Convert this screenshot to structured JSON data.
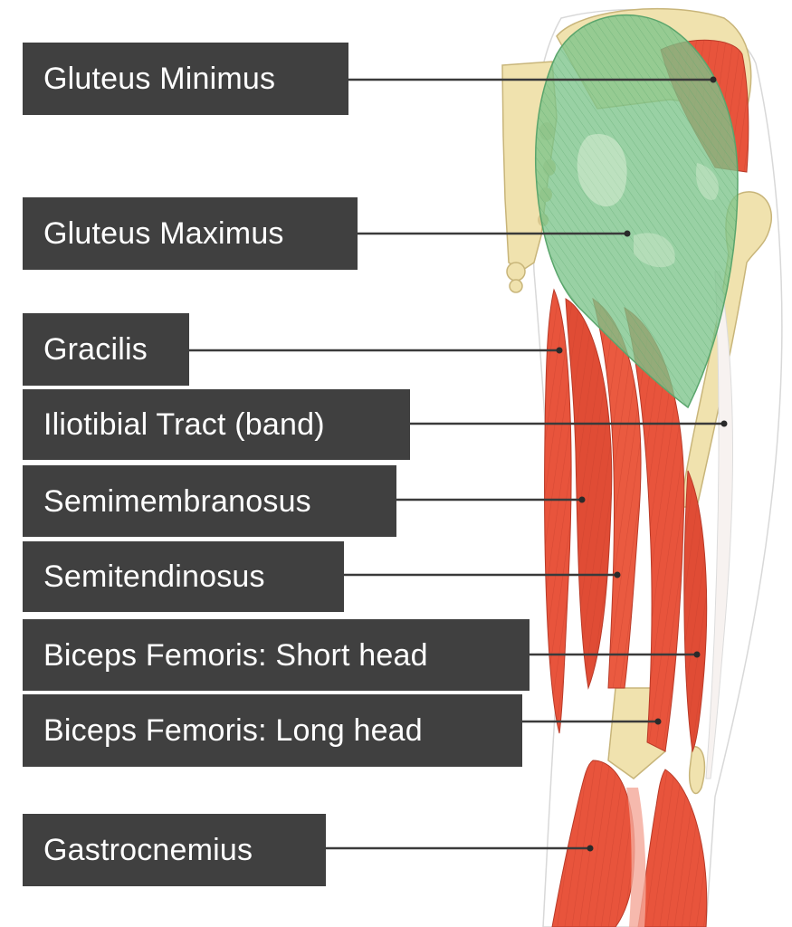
{
  "labels": [
    "Gluteus Minimus",
    "Gluteus Maximus",
    "Gracilis",
    "Iliotibial Tract (band)",
    "Semimembranosus",
    "Semitendinosus",
    "Biceps Femoris: Short head",
    "Biceps Femoris: Long head",
    "Gastrocnemius"
  ],
  "colors": {
    "label_background": "#404040",
    "label_text": "#ffffff",
    "muscle_red": "#e8543c",
    "gluteus_maximus_green": "#7cc48a",
    "bone": "#f0e2ae"
  }
}
